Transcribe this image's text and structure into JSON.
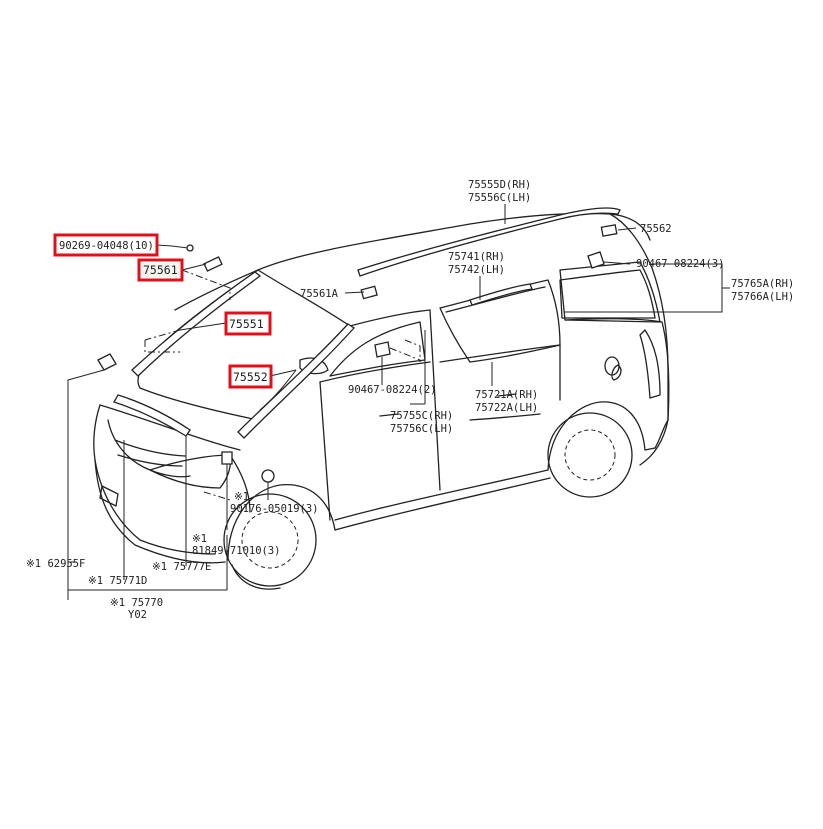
{
  "labels": {
    "p75555": "75555D(RH)",
    "p75556": "75556C(LH)",
    "p75562": "75562",
    "p90269": "90269-04048(10)",
    "p75561": "75561",
    "p75561A": "75561A",
    "p75741": "75741(RH)",
    "p75742": "75742(LH)",
    "p90467a": "90467-08224(3)",
    "p75765": "75765A(RH)",
    "p75766": "75766A(LH)",
    "p75551": "75551",
    "p75552": "75552",
    "p90467b": "90467-08224(2)",
    "p75721": "75721A(RH)",
    "p75722": "75722A(LH)",
    "p75755": "75755C(RH)",
    "p75756": "75756C(LH)",
    "p90176": "90176-05019(3)",
    "note1a": "※1",
    "note1b": "※1",
    "p81849": "81849-71010(3)",
    "p62955": "※1 62955F",
    "p75771": "※1 75771D",
    "p75777": "※1 75777E",
    "p75770": "※1 75770",
    "y02": "Y02"
  },
  "colors": {
    "highlight": "#e0101a",
    "line": "#222222"
  }
}
